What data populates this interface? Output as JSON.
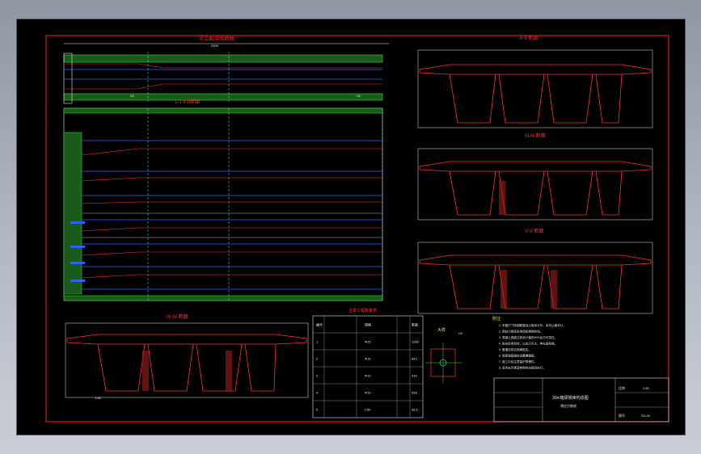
{
  "drawing": {
    "elevation_title": "半立面/半纵断面",
    "plan_title": "1-1 II-II断面",
    "section_I_title": "II-II 断面",
    "section_II_title": "III-III 断面",
    "section_III_title": "V-V 断面",
    "section_IV_title": "IV-IV 断面",
    "scale_note": "1:50",
    "rebar_label_main": "N1",
    "rebar_label_alt": "N2",
    "span_label": "2500"
  },
  "table": {
    "title": "主梁工程数量表",
    "rows": [
      {
        "a": "编号",
        "b": "规格",
        "c": "数量"
      },
      {
        "a": "1",
        "b": "Φ25",
        "c": "1260"
      },
      {
        "a": "2",
        "b": "Φ16",
        "c": "842"
      },
      {
        "a": "3",
        "b": "Φ12",
        "c": "315"
      },
      {
        "a": "4",
        "b": "Φ10",
        "c": "528"
      },
      {
        "a": "5",
        "b": "C50",
        "c": "96.5"
      }
    ]
  },
  "detail": {
    "title": "大样",
    "callout": "N5"
  },
  "notes": {
    "title": "附注",
    "lines": [
      "1. 本图尺寸除钢筋直径以毫米计外，余均以厘米计。",
      "2. 预应力钢束采用低松弛钢绞线。",
      "3. 混凝土强度达到设计值的90%后方可张拉。",
      "4. 张拉采用双控，以应力为主，伸长量校核。",
      "5. 管道压浆应饱满密实。",
      "6. 钢束锚固端应设置螺旋筋。",
      "7. 施工中应注意保护预埋件。",
      "8. 其余未尽事宜参照有关规范执行。"
    ]
  },
  "title_block": {
    "name": "30m箱梁钢束构造图",
    "sub": "预应力钢束",
    "scale_label": "比例",
    "scale_value": "1:50",
    "sheet_label": "图号",
    "sheet_value": "S3-26"
  }
}
